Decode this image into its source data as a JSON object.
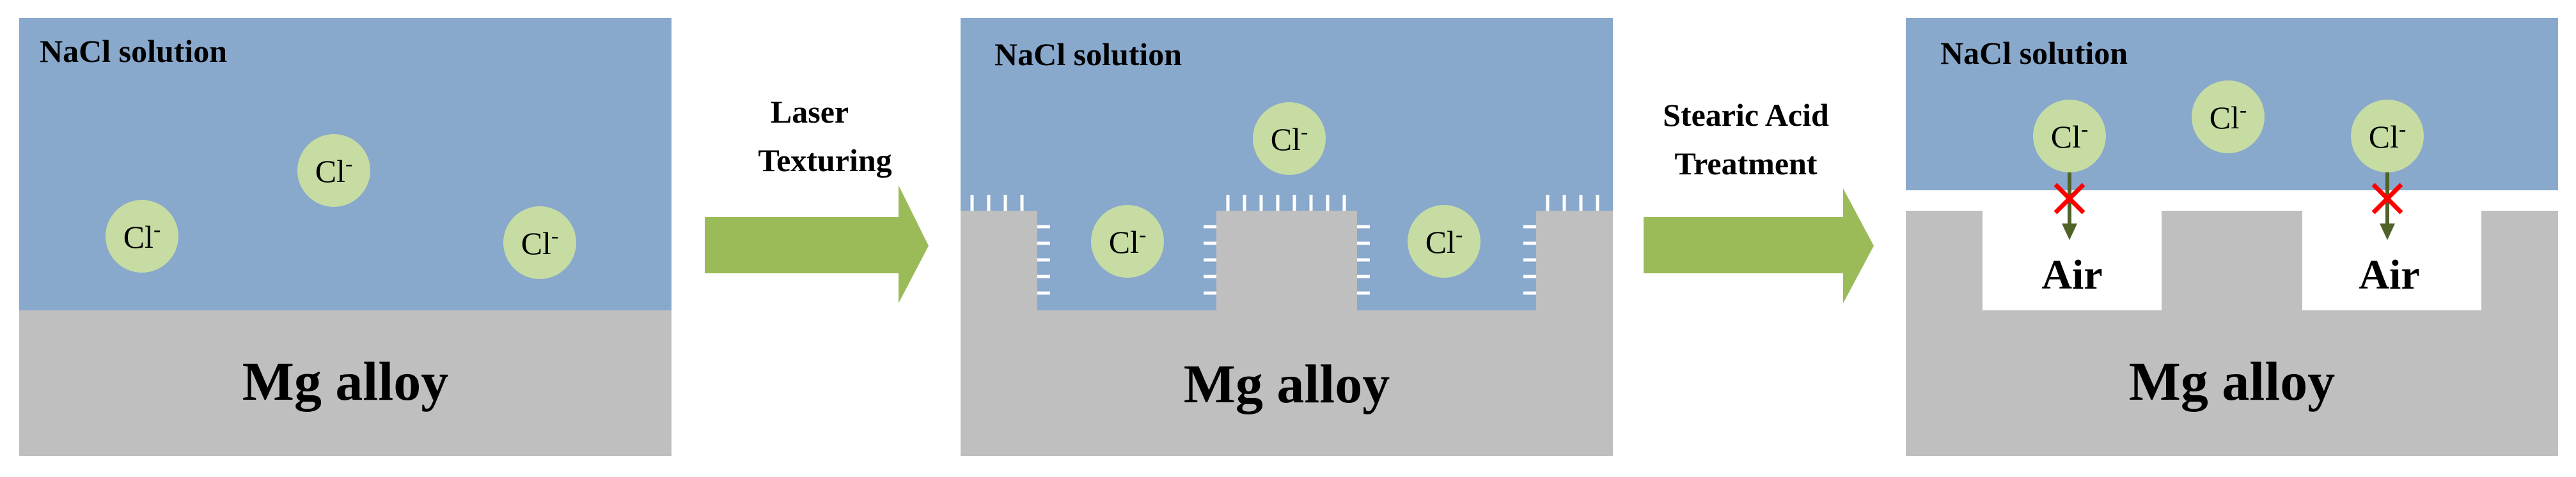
{
  "colors": {
    "solution": "#88a8cc",
    "alloy": "#bfbfbf",
    "ion_fill": "#c6dca3",
    "arrow": "#9bbb59",
    "block_arrow": "#4f6228",
    "cross": "#ff0000",
    "air": "#ffffff"
  },
  "panels": [
    {
      "solution_label": "NaCl solution",
      "alloy_label": "Mg alloy",
      "ions": [
        {
          "label": "Cl",
          "charge": "-"
        },
        {
          "label": "Cl",
          "charge": "-"
        },
        {
          "label": "Cl",
          "charge": "-"
        }
      ]
    },
    {
      "solution_label": "NaCl solution",
      "alloy_label": "Mg alloy",
      "ions": [
        {
          "label": "Cl",
          "charge": "-"
        },
        {
          "label": "Cl",
          "charge": "-"
        },
        {
          "label": "Cl",
          "charge": "-"
        }
      ]
    },
    {
      "solution_label": "NaCl solution",
      "alloy_label": "Mg alloy",
      "ions": [
        {
          "label": "Cl",
          "charge": "-",
          "blocked": true
        },
        {
          "label": "Cl",
          "charge": "-"
        },
        {
          "label": "Cl",
          "charge": "-",
          "blocked": true
        }
      ],
      "air_labels": [
        "Air",
        "Air"
      ]
    }
  ],
  "steps": [
    {
      "line1": "Laser",
      "line2": "Texturing",
      "icon": "right-arrow-icon"
    },
    {
      "line1": "Stearic Acid",
      "line2": "Treatment",
      "icon": "right-arrow-icon"
    }
  ]
}
